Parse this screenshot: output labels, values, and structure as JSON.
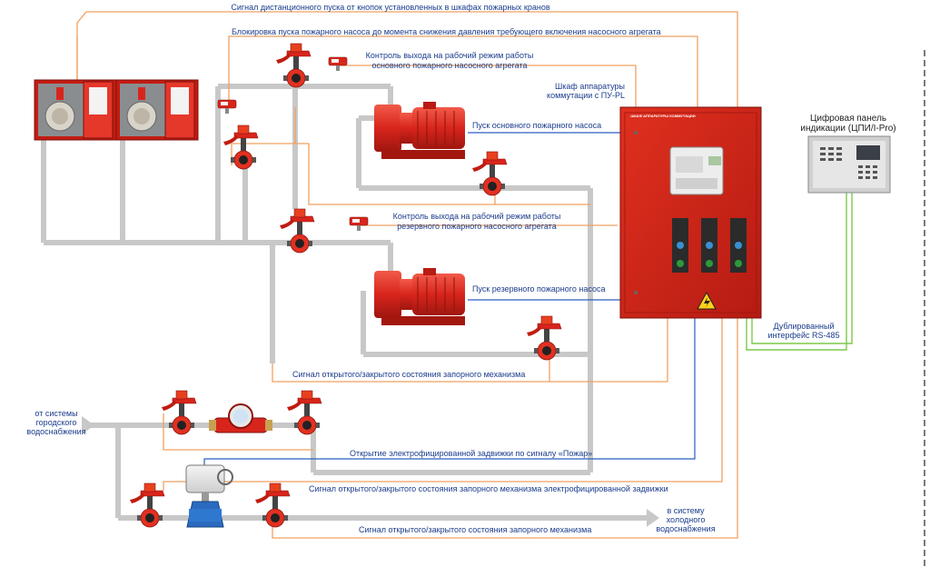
{
  "labels": {
    "remote_start": "Сигнал дистанционного пуска от кнопок установленных в шкафах пожарных кранов",
    "block_start": "Блокировка пуска пожарного насоса до момента снижения давления требующего включения насосного агрегата",
    "main_control_1": "Контроль выхода на рабочий режим работы",
    "main_control_2": "основного пожарного насосного агрегата",
    "cabinet_1": "Шкаф аппаратуры",
    "cabinet_2": "коммутации с ПУ-PL",
    "main_start": "Пуск основного пожарного насоса",
    "reserve_control_1": "Контроль выхода на рабочий режим работы",
    "reserve_control_2": "резервного пожарного насосного агрегата",
    "reserve_start": "Пуск резервного пожарного насоса",
    "valve_state_1": "Сигнал открытого/закрытого состояния запорного механизма",
    "source_1": "от системы",
    "source_2": "городского",
    "source_3": "водоснабжения",
    "fire_open": "Открытие электрофицированной задвижки по сигналу «Пожар»",
    "elec_valve_state": "Сигнал открытого/закрытого состояния запорного механизма электрофицированной задвижки",
    "valve_state_2": "Сигнал открытого/закрытого состояния запорного механизма",
    "dest_1": "в систему",
    "dest_2": "холодного",
    "dest_3": "водоснабжения",
    "panel_1": "Цифровая панель",
    "panel_2": "индикации (ЦПИ/I-Pro)",
    "rs485_1": "Дублированный",
    "rs485_2": "интерфейс RS-485",
    "cabinet_plate": "ШКАФ АППАРАТУРЫ КОММУТАЦИИ"
  },
  "colors": {
    "pipe": "#c8c8c8",
    "signal_orange": "#f0a060",
    "signal_blue": "#2a5fc0",
    "signal_green": "#7cc94a",
    "equipment_red": "#d8251c",
    "text_blue": "#1a3c8c"
  },
  "icons": [
    "fire-hose-cabinet-icon",
    "butterfly-valve-icon",
    "pressure-switch-icon",
    "pump-icon",
    "water-meter-icon",
    "gate-valve-icon",
    "control-cabinet-icon",
    "indication-panel-icon",
    "high-voltage-warning-icon"
  ]
}
